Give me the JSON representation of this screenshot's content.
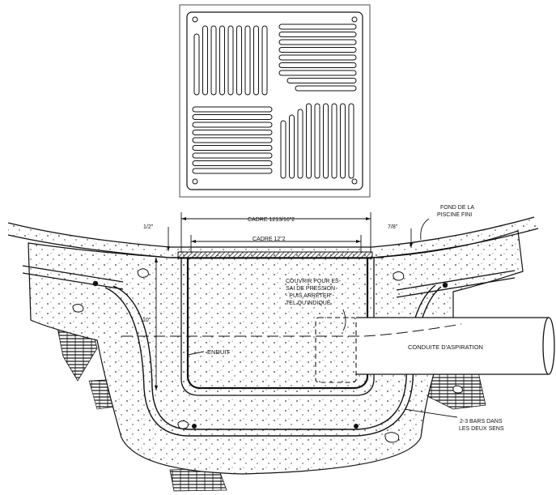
{
  "labels": {
    "outer_frame": "CADRE 1213/16\"2",
    "inner_frame": "CADRE 12\"2",
    "left_gap": "1/2\"",
    "right_gap": "7/8\"",
    "pool_bottom_line1": "FOND DE LA",
    "pool_bottom_line2": "PISCINE FINI",
    "depth": "10\"",
    "cover_line1": "COUVRIR POUR ES-",
    "cover_line2": "SAI DE PRESSION",
    "cover_line3": "- PUIS ARRÊTER -",
    "cover_line4": "TEL QU'INDIQUÉ",
    "plaster": "ENDUIT",
    "suction_pipe": "CONDUITE D'ASPIRATION",
    "rebar_line1": "2-3 BARS DANS",
    "rebar_line2": "LES DEUX SENS"
  },
  "icons": {
    "grate": "drain-grate-plan-view",
    "section": "main-drain-cross-section"
  }
}
